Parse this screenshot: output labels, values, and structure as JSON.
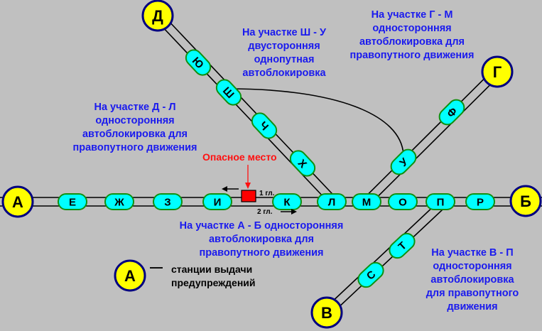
{
  "stations": {
    "A": "А",
    "B": "Б",
    "V": "В",
    "G": "Г",
    "D": "Д"
  },
  "posts": {
    "E": "Е",
    "Zh": "Ж",
    "Z": "З",
    "I": "И",
    "K": "К",
    "L": "Л",
    "M": "М",
    "O": "О",
    "P": "П",
    "R": "Р",
    "Yu": "Ю",
    "Sh": "Ш",
    "Ch": "Ч",
    "Kh": "Х",
    "U": "У",
    "F": "Ф",
    "T": "Т",
    "S": "С"
  },
  "notes": {
    "ab": [
      "На участке А - Б односторонняя",
      "автоблокировка для",
      "правопутного движения"
    ],
    "dl": [
      "На участке Д - Л",
      "односторонняя",
      "автоблокировка для",
      "правопутного движения"
    ],
    "shu": [
      "На участке Ш - У",
      "двусторонняя",
      "однопутная",
      "автоблокировка"
    ],
    "gm": [
      "На участке Г - М",
      "односторонняя",
      "автоблокировка для",
      "правопутного движения"
    ],
    "vp": [
      "На участке В - П",
      "односторонняя",
      "автоблокировка",
      "для правопутного",
      "движения"
    ]
  },
  "danger_label": "Опасное место",
  "track_labels": {
    "track1": "1 гл.",
    "track2": "2 гл."
  },
  "legend": {
    "symbol": "А",
    "dash": "—",
    "text": [
      "станции выдачи",
      "предупреждений"
    ]
  },
  "colors": {
    "station_fill": "#ffff00",
    "station_border": "#000080",
    "post_fill": "#00ffff",
    "post_border": "#109010",
    "note": "#1a1aee",
    "danger": "#ff1010"
  }
}
